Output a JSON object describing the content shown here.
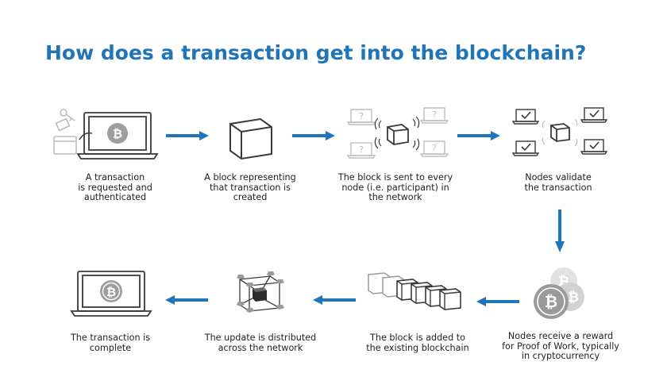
{
  "title": "How does a transaction get into the blockchain?",
  "colors": {
    "accent": "#1f75b8",
    "icon_stroke": "#3a3a3a",
    "icon_light": "#bdbdbd"
  },
  "steps": [
    {
      "icon": "laptop-bitcoin-icon",
      "caption": "A transaction\nis requested and\nauthenticated"
    },
    {
      "icon": "cube-icon",
      "caption": "A block representing\nthat transaction is\ncreated"
    },
    {
      "icon": "broadcast-network-icon",
      "caption": "The block is sent to every\nnode (i.e. participant) in\nthe network"
    },
    {
      "icon": "validated-nodes-icon",
      "caption": "Nodes validate\nthe transaction"
    },
    {
      "icon": "bitcoin-coins-icon",
      "caption": "Nodes receive a reward\nfor Proof of Work, typically\nin cryptocurrency"
    },
    {
      "icon": "chained-blocks-icon",
      "caption": "The block is added to\nthe existing blockchain"
    },
    {
      "icon": "distributed-network-icon",
      "caption": "The update is distributed\nacross the network"
    },
    {
      "icon": "laptop-complete-icon",
      "caption": "The transaction is\ncomplete"
    }
  ]
}
